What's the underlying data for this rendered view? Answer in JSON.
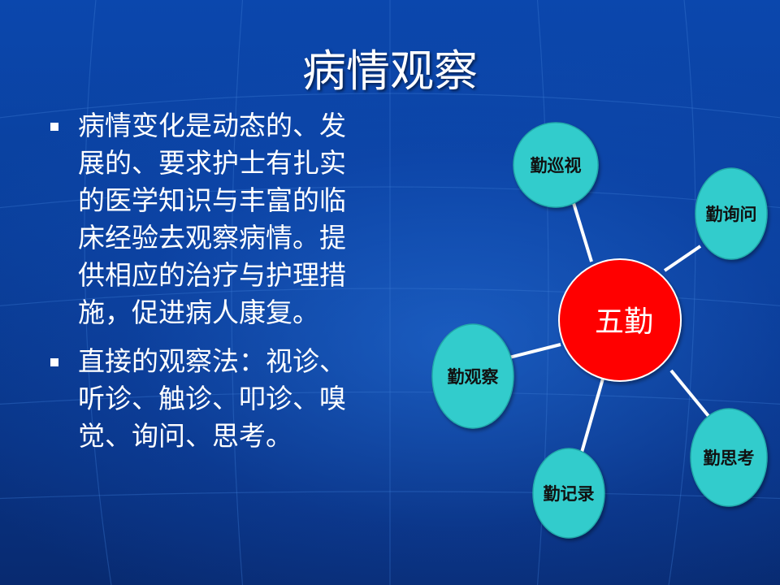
{
  "slide": {
    "title": "病情观察",
    "bullets": [
      "病情变化是动态的、发展的、要求护士有扎实的医学知识与丰富的临床经验去观察病情。提供相应的治疗与护理措施，促进病人康复。",
      "直接的观察法：视诊、听诊、触诊、叩诊、嗅觉、询问、思考。"
    ]
  },
  "diagram": {
    "center": {
      "label": "五勤",
      "color": "#ff0000"
    },
    "nodes": [
      {
        "label": "勤巡视"
      },
      {
        "label": "勤询问"
      },
      {
        "label": "勤观察"
      },
      {
        "label": "勤记录"
      },
      {
        "label": "勤思考"
      }
    ],
    "node_color": "#33cccc",
    "line_color": "#ffffff"
  }
}
